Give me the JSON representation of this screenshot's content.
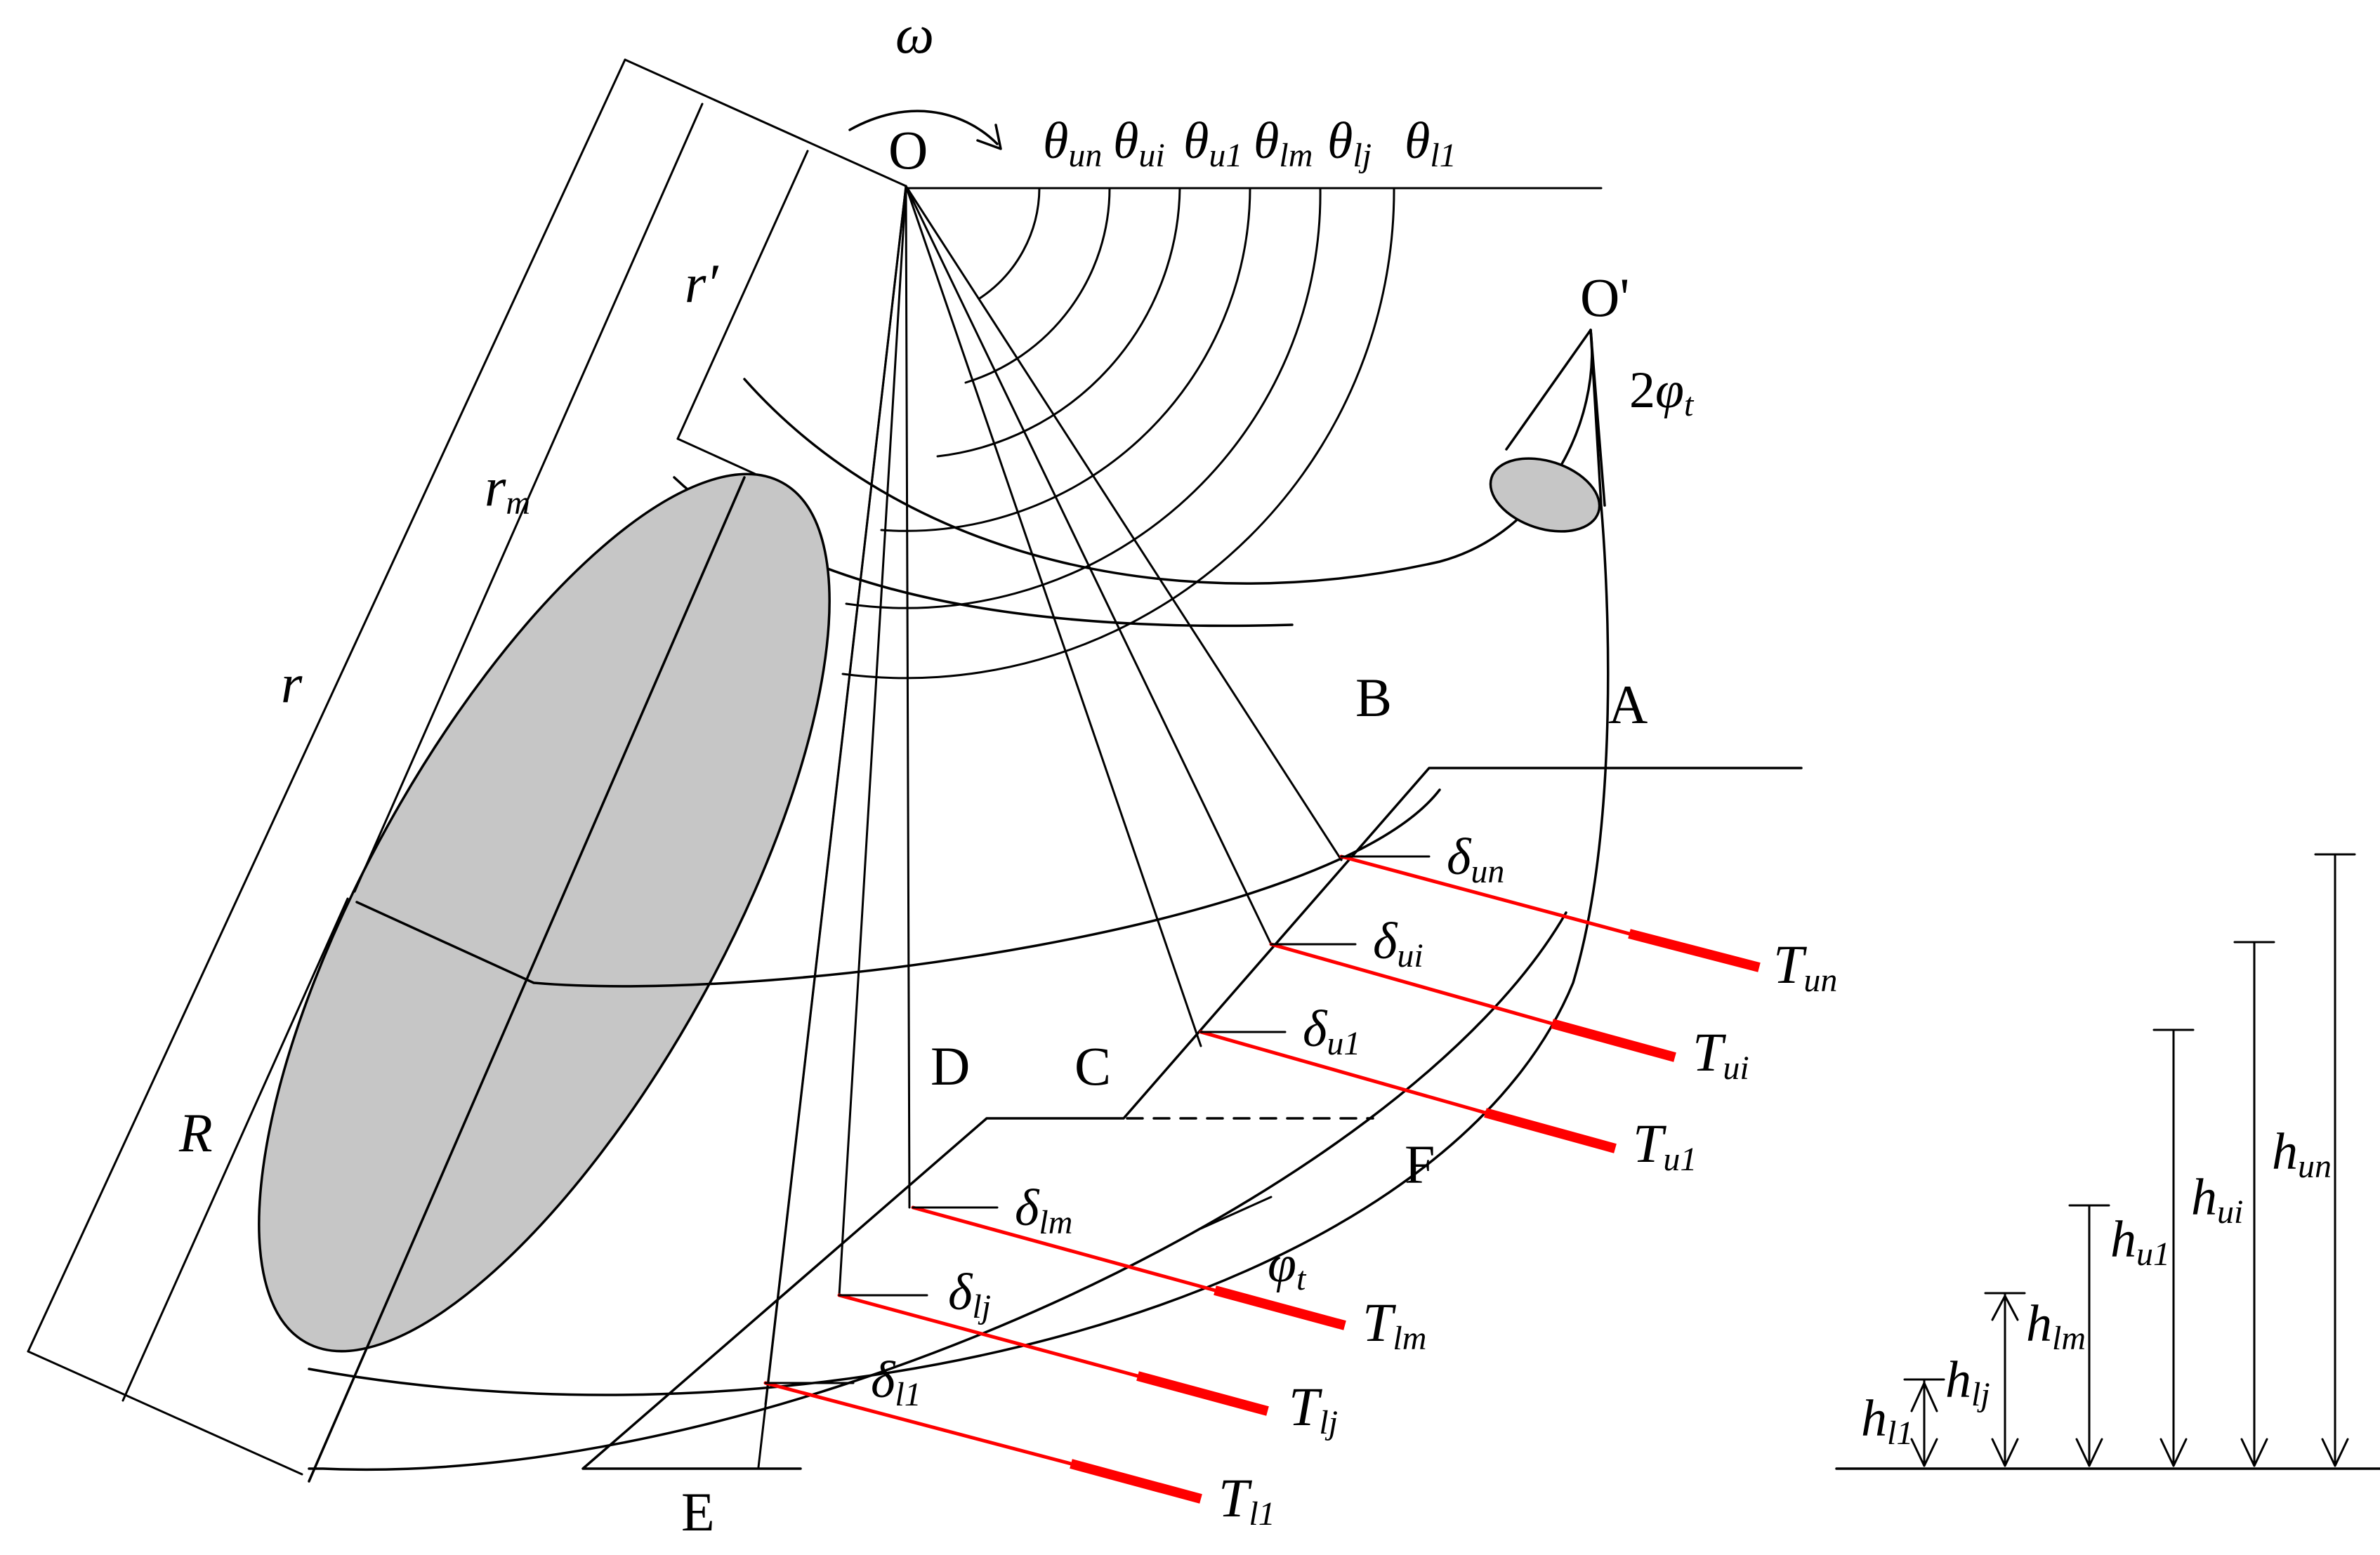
{
  "points": {
    "O": "O",
    "O_prime": "O'",
    "A": "A",
    "B": "B",
    "C": "C",
    "D": "D",
    "E": "E",
    "F": "F"
  },
  "rotation": {
    "omega": "ω"
  },
  "angles": {
    "theta_un": {
      "base": "θ",
      "sub": "un"
    },
    "theta_ui": {
      "base": "θ",
      "sub": "ui"
    },
    "theta_u1": {
      "base": "θ",
      "sub": "u1"
    },
    "theta_lm": {
      "base": "θ",
      "sub": "lm"
    },
    "theta_lj": {
      "base": "θ",
      "sub": "lj"
    },
    "theta_l1": {
      "base": "θ",
      "sub": "l1"
    },
    "two_phi_t": {
      "pre": "2",
      "base": "φ",
      "sub": "t"
    },
    "phi_t": {
      "base": "φ",
      "sub": "t"
    }
  },
  "radii": {
    "r": "r",
    "r_m": {
      "base": "r",
      "sub": "m"
    },
    "r_prime": "r′",
    "R": "R"
  },
  "anchors": [
    {
      "delta": {
        "base": "δ",
        "sub": "un"
      },
      "tension": {
        "base": "T",
        "sub": "un"
      }
    },
    {
      "delta": {
        "base": "δ",
        "sub": "ui"
      },
      "tension": {
        "base": "T",
        "sub": "ui"
      }
    },
    {
      "delta": {
        "base": "δ",
        "sub": "u1"
      },
      "tension": {
        "base": "T",
        "sub": "u1"
      }
    },
    {
      "delta": {
        "base": "δ",
        "sub": "lm"
      },
      "tension": {
        "base": "T",
        "sub": "lm"
      }
    },
    {
      "delta": {
        "base": "δ",
        "sub": "lj"
      },
      "tension": {
        "base": "T",
        "sub": "lj"
      }
    },
    {
      "delta": {
        "base": "δ",
        "sub": "l1"
      },
      "tension": {
        "base": "T",
        "sub": "l1"
      }
    }
  ],
  "heights": [
    {
      "base": "h",
      "sub": "l1"
    },
    {
      "base": "h",
      "sub": "lj"
    },
    {
      "base": "h",
      "sub": "lm"
    },
    {
      "base": "h",
      "sub": "u1"
    },
    {
      "base": "h",
      "sub": "ui"
    },
    {
      "base": "h",
      "sub": "un"
    }
  ],
  "colors": {
    "anchor": "#ff0000",
    "shade": "#c6c6c6",
    "line": "#000000"
  }
}
